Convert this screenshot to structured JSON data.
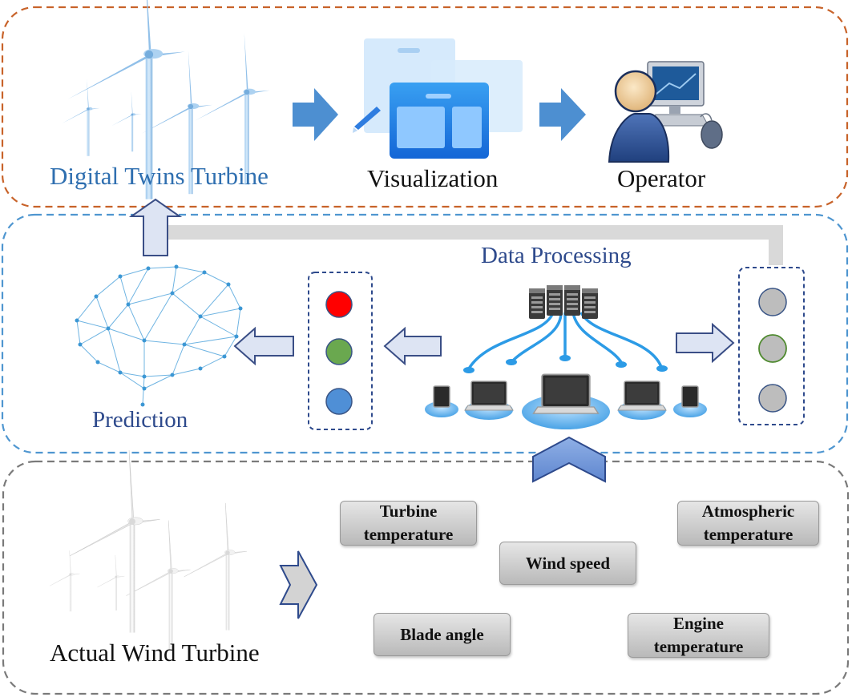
{
  "top_row": {
    "digital_twin_label": "Digital Twins Turbine",
    "visualization_label": "Visualization",
    "operator_label": "Operator"
  },
  "middle_row": {
    "data_processing_label": "Data Processing",
    "prediction_label": "Prediction",
    "status_colors": [
      "#ff0000",
      "#6aa84f",
      "#4f8fd6"
    ],
    "input_colors": [
      "#bdbdbd",
      "#bdbdbd",
      "#bdbdbd"
    ]
  },
  "bottom_row": {
    "actual_turbine_label": "Actual Wind Turbine",
    "params": {
      "turbine_temperature": [
        "Turbine",
        "temperature"
      ],
      "wind_speed": "Wind speed",
      "atmospheric_temperature": [
        "Atmospheric",
        "temperature"
      ],
      "blade_angle": "Blade angle",
      "engine_temperature": [
        "Engine",
        "temperature"
      ]
    }
  },
  "colors": {
    "top_border": "#c8632a",
    "middle_border": "#4f96d0",
    "bottom_border": "#7a7a7a",
    "label_blue": "#2f6fb0",
    "label_navy": "#2e4a8c",
    "arrow_blue": "#4d8fd1"
  }
}
